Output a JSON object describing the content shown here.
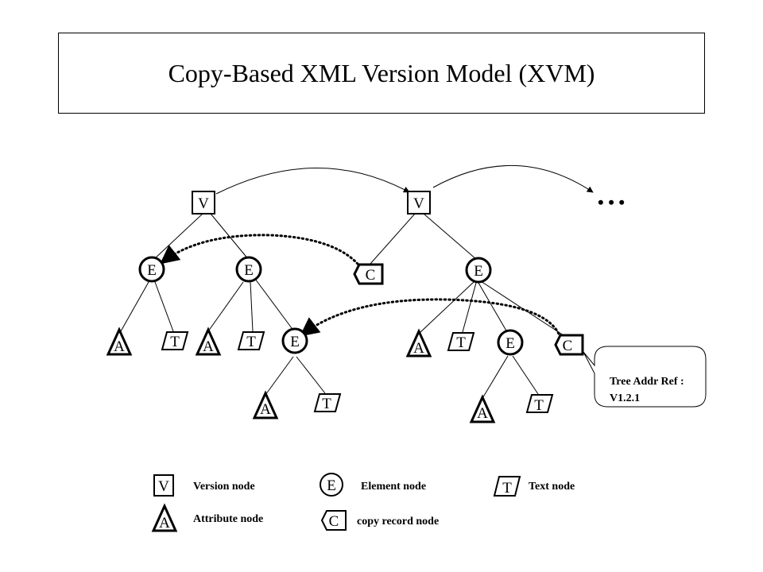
{
  "title": "Copy-Based XML Version Model (XVM)",
  "node_letters": {
    "version": "V",
    "element": "E",
    "attribute": "A",
    "text": "T",
    "copy": "C"
  },
  "ellipsis": "• • •",
  "callout": {
    "line1": "Tree Addr Ref :",
    "line2": "V1.2.1"
  },
  "legend": {
    "version": "Version node",
    "element": "Element node",
    "text": "Text node",
    "attribute": "Attribute node",
    "copy": "copy record node"
  },
  "colors": {
    "stroke": "#000000",
    "background": "#ffffff"
  }
}
